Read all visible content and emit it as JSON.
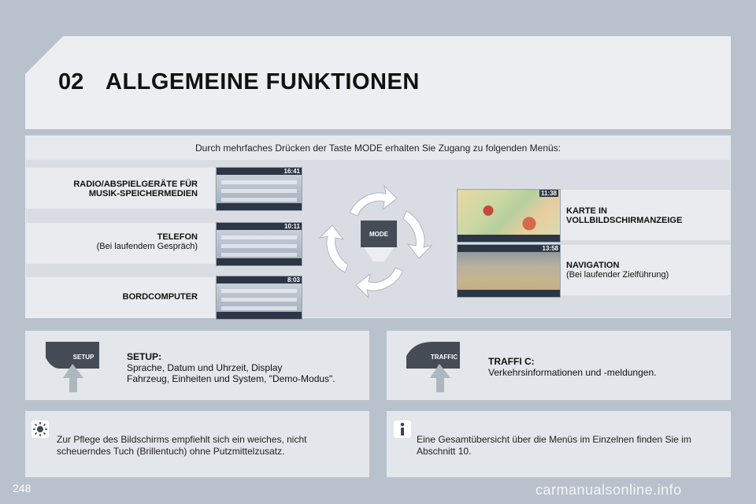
{
  "header": {
    "chapter_number": "02",
    "title": "ALLGEMEINE FUNKTIONEN"
  },
  "intro": "Durch mehrfaches Drücken der Taste MODE erhalten Sie Zugang zu folgenden Menüs:",
  "mode_button": {
    "label": "MODE"
  },
  "menus": {
    "radio": {
      "title": "RADIO/ABSPIELGERÄTE FÜR",
      "title2": "MUSIK-SPEICHERMEDIEN",
      "time": "16:41"
    },
    "telefon": {
      "title": "TELEFON",
      "subtitle": "(Bei laufendem Gespräch)",
      "time": "10:11"
    },
    "bordcomputer": {
      "title": "BORDCOMPUTER",
      "time": "8:03"
    },
    "karte": {
      "title": "KARTE IN",
      "title2": "VOLLBILDSCHIRMANZEIGE",
      "time": "11:38"
    },
    "navigation": {
      "title": "NAVIGATION",
      "subtitle": "(Bei laufender Zielführung)",
      "time": "13:58"
    }
  },
  "setup": {
    "key_label": "SETUP",
    "title": "SETUP:",
    "line1": "Sprache, Datum und Uhrzeit, Display",
    "line2": "Fahrzeug, Einheiten und System, \"Demo-Modus\"."
  },
  "traffic": {
    "key_label": "TRAFFIC",
    "title": "TRAFFI C:",
    "line1": "Verkehrsinformationen und -meldungen."
  },
  "notes": {
    "care_line1": "Zur Pflege des Bildschirms empfiehlt sich ein weiches, nicht",
    "care_line2": "scheuerndes Tuch (Brillentuch) ohne Putzmittelzusatz.",
    "info_line1": "Eine Gesamtübersicht über die Menüs im Einzelnen finden Sie im",
    "info_line2": "Abschnitt 10."
  },
  "page_number": "248",
  "watermark": "carmanualsonline.info",
  "colors": {
    "background": "#b9c1cc",
    "panel": "#d9dde3",
    "key": "#454c55"
  }
}
